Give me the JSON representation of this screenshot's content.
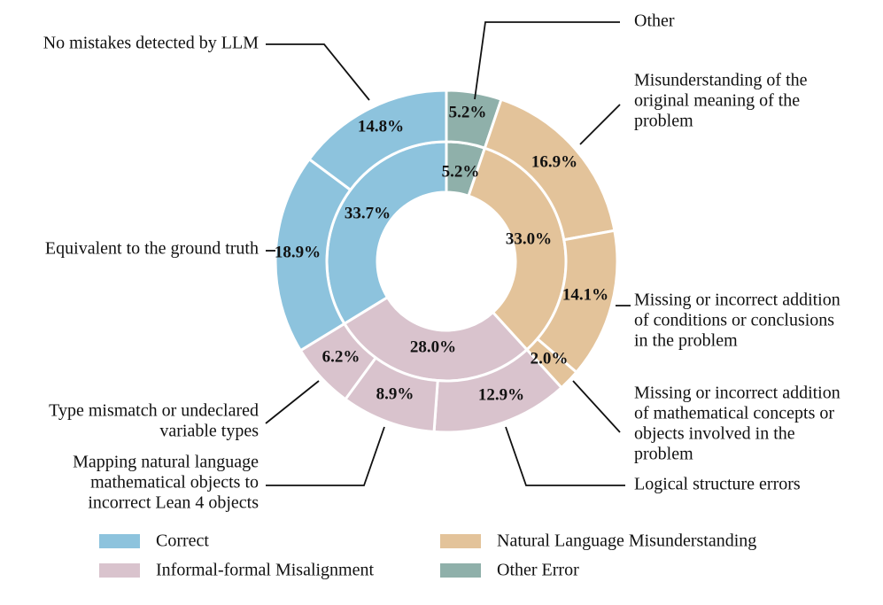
{
  "chart_data": {
    "type": "pie",
    "title": "",
    "categories": [
      "Correct",
      "Natural Language Misunderstanding",
      "Informal-formal Misalignment",
      "Other Error"
    ],
    "colors": {
      "Correct": "#8dc3dd",
      "Natural Language Misunderstanding": "#e3c39a",
      "Informal-formal Misalignment": "#d9c3cd",
      "Other Error": "#8fb0aa"
    },
    "inner": [
      {
        "category": "Correct",
        "value": 33.7,
        "label": "33.7%"
      },
      {
        "category": "Natural Language Misunderstanding",
        "value": 33.0,
        "label": "33.0%"
      },
      {
        "category": "Informal-formal Misalignment",
        "value": 28.0,
        "label": "28.0%"
      },
      {
        "category": "Other Error",
        "value": 5.2,
        "label": "5.2%"
      }
    ],
    "outer": [
      {
        "category": "Other Error",
        "name": "Other",
        "value": 5.2,
        "label": "5.2%"
      },
      {
        "category": "Natural Language Misunderstanding",
        "name": "Misunderstanding of the original meaning of the problem",
        "value": 16.9,
        "label": "16.9%"
      },
      {
        "category": "Natural Language Misunderstanding",
        "name": "Missing or incorrect addition of conditions or conclusions in the problem",
        "value": 14.1,
        "label": "14.1%"
      },
      {
        "category": "Natural Language Misunderstanding",
        "name": "Missing or incorrect addition of mathematical concepts or objects involved in the problem",
        "value": 2.0,
        "label": "2.0%"
      },
      {
        "category": "Informal-formal Misalignment",
        "name": "Logical structure errors",
        "value": 12.9,
        "label": "12.9%"
      },
      {
        "category": "Informal-formal Misalignment",
        "name": "Mapping natural language mathematical objects to incorrect Lean 4 objects",
        "value": 8.9,
        "label": "8.9%"
      },
      {
        "category": "Informal-formal Misalignment",
        "name": "Type mismatch or undeclared variable types",
        "value": 6.2,
        "label": "6.2%"
      },
      {
        "category": "Correct",
        "name": "Equivalent to the ground truth",
        "value": 18.9,
        "label": "18.9%"
      },
      {
        "category": "Correct",
        "name": "No mistakes detected by LLM",
        "value": 14.8,
        "label": "14.8%"
      }
    ],
    "callout_lines": {
      "Other": [
        "Other"
      ],
      "Misunderstanding of the original meaning of the problem": [
        "Misunderstanding of the",
        "original meaning of the",
        "problem"
      ],
      "Missing or incorrect addition of conditions or conclusions in the problem": [
        "Missing or incorrect addition",
        "of conditions or conclusions",
        "in the problem"
      ],
      "Missing or incorrect addition of mathematical concepts or objects involved in the problem": [
        "Missing or incorrect addition",
        "of mathematical concepts or",
        "objects involved in the",
        "problem"
      ],
      "Logical structure errors": [
        "Logical structure errors"
      ],
      "Mapping natural language mathematical objects to incorrect Lean 4 objects": [
        "Mapping natural language",
        "mathematical objects to",
        "incorrect Lean 4 objects"
      ],
      "Type mismatch or undeclared variable types": [
        "Type mismatch or undeclared",
        "variable types"
      ],
      "Equivalent to the ground truth": [
        "Equivalent to the ground truth"
      ],
      "No mistakes detected by LLM": [
        "No mistakes detected by LLM"
      ]
    },
    "legend": {
      "placement": "bottom",
      "items": [
        "Correct",
        "Natural Language Misunderstanding",
        "Informal-formal Misalignment",
        "Other Error"
      ]
    }
  }
}
